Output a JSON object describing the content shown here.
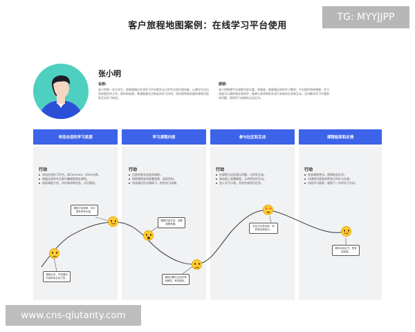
{
  "watermark_top": "TG: MYYJJPP",
  "watermark_bottom": "www.cns-qiutanty.com",
  "title": "客户旅程地图案例：在线学习平台使用",
  "persona": {
    "name": "张小明",
    "goals_label": "设想:",
    "goals_text": "张小明是一名大学生，他希望通过在线学习平台提升自己的专业知识和技能，以便在毕业后找到更好的工作。他时间有限，希望能够灵活地安排学习时间，同时获得高质量的课程内容和互动学习体验。",
    "expectations_label": "期望:",
    "expectations_text": "张小明期望平台课程内容丰富，质量高，能够满足他的学习需求；平台操作简单便捷，学习进度可以随时保存和同步；能够与老师和同学进行有效的交流和互动，及时解决学习中遇到的问题；获得学习成果的认证证书。"
  },
  "stages": [
    {
      "header": "寻找合适的学习资源",
      "actions_label": "行动",
      "actions": [
        "浏览在线学习平台，如Coursera、Udemy等。",
        "根据自身的专业和兴趣搜索相关课程。",
        "阅读课程介绍、评价和讲师信息，对比筛选。"
      ]
    },
    {
      "header": "学习课程内容",
      "actions_label": "行动",
      "actions": [
        "注册并报名选定的课程。",
        "按照课程安排观看视频、阅读资料。",
        "完成课后作业和练习，检验学习成果。"
      ]
    },
    {
      "header": "参与社区和互动",
      "actions_label": "行动",
      "actions": [
        "在课程讨论区提出问题，与同学交流。",
        "参加线上直播课程，与讲师实时互动。",
        "加入学习小组，共同完成项目任务。"
      ]
    },
    {
      "header": "课程结束和反馈",
      "actions_label": "行动",
      "actions": [
        "完成课程考试，获得结业证书。",
        "对课程内容和讲师进行评价与反馈。",
        "总结学习收获，规划下一步的学习方向。"
      ]
    }
  ],
  "notes": [
    "课程太多，不知道如何选择适合自己的。",
    "课程介绍清晰，评价很有参考价值。",
    "课程内容丰富，讲解清楚易懂。",
    "遇到问题无法及时得到解答，有些困扰。",
    "社区讨论很活跃，收获很多新知识。",
    "顺利拿到证书，很有成就感。"
  ],
  "emotions": [
    {
      "stage": 1,
      "mood": "worried"
    },
    {
      "stage": 1,
      "mood": "happy"
    },
    {
      "stage": 2,
      "mood": "confused"
    },
    {
      "stage": 2,
      "mood": "sad"
    },
    {
      "stage": 3,
      "mood": "delighted"
    },
    {
      "stage": 4,
      "mood": "happy"
    }
  ],
  "colors": {
    "header": "#3d63e8",
    "lane": "#f1f2f4",
    "avatar_bg": "#4fcfc0",
    "emoji": "#ffcc33"
  }
}
